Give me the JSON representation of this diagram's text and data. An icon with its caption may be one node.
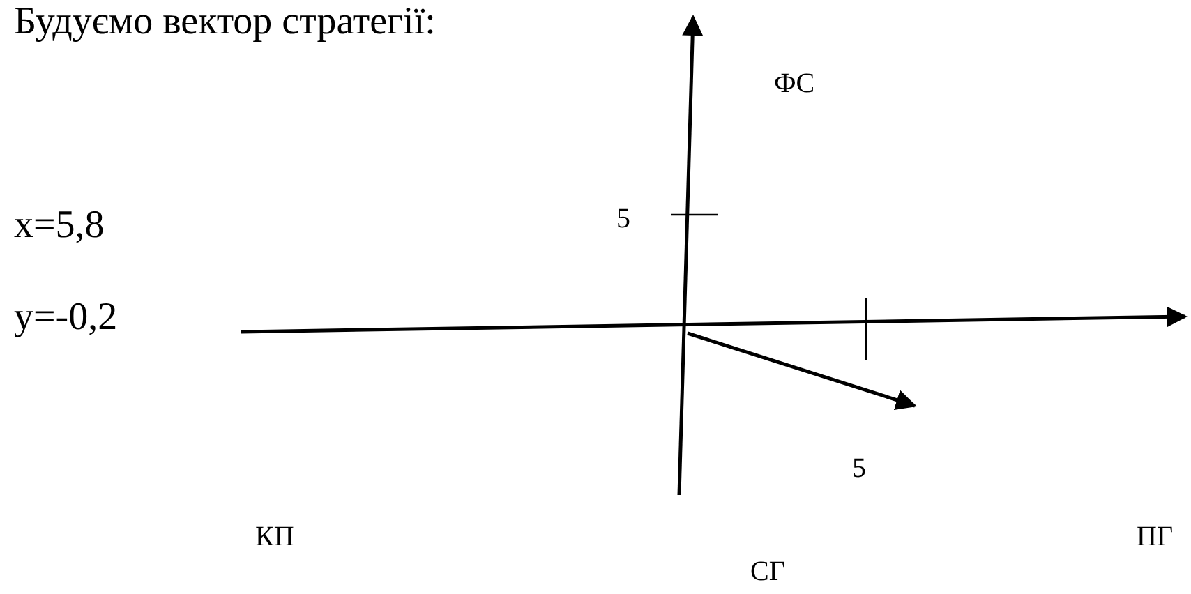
{
  "diagram": {
    "title": "Будуємо вектор стратегії:",
    "labels": [
      "ФС",
      "x=5,8",
      "5",
      "y=-0,2",
      "5",
      "КП",
      "ПГ",
      "СГ"
    ]
  }
}
